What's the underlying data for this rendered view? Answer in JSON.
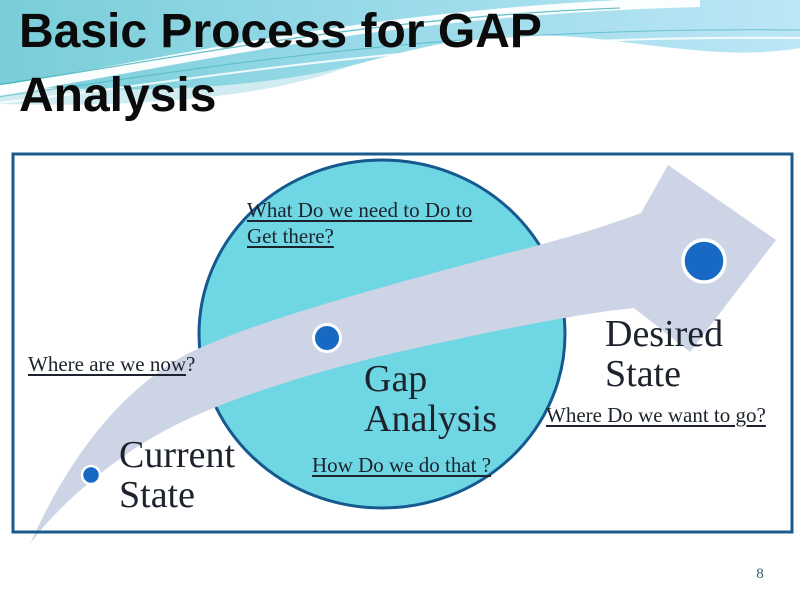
{
  "slide": {
    "title": "Basic Process for GAP Analysis",
    "page_number": "8"
  },
  "diagram": {
    "stages": {
      "current": {
        "line1": "Current",
        "line2": "State"
      },
      "gap": {
        "line1": "Gap",
        "line2": "Analysis"
      },
      "desired": {
        "line1": "Desired",
        "line2": "State"
      }
    },
    "questions": {
      "where_now": {
        "text": "Where are we now",
        "suffix": "?"
      },
      "what": {
        "line1": "What Do we need to Do to",
        "line2": "Get there?"
      },
      "how": {
        "text": "How Do we do that ?"
      },
      "where_go": {
        "text": "Where Do we want to go?"
      }
    },
    "colors": {
      "header_teal": "#7BCFD8",
      "header_mid": "#97D9E8",
      "header_blue": "#BCE6F6",
      "streak_teal": "#2BA8B4",
      "circle_fill": "#6FD6E4",
      "circle_stroke": "#15598F",
      "arrow_fill": "#CDD4E6",
      "dot_fill": "#1769C4",
      "dot_ring": "#FFFFFF",
      "frame_stroke": "#1B5A8E",
      "title_color": "#0B0B0B",
      "label_color": "#1C232C",
      "page_color": "#2F5F6E"
    }
  }
}
